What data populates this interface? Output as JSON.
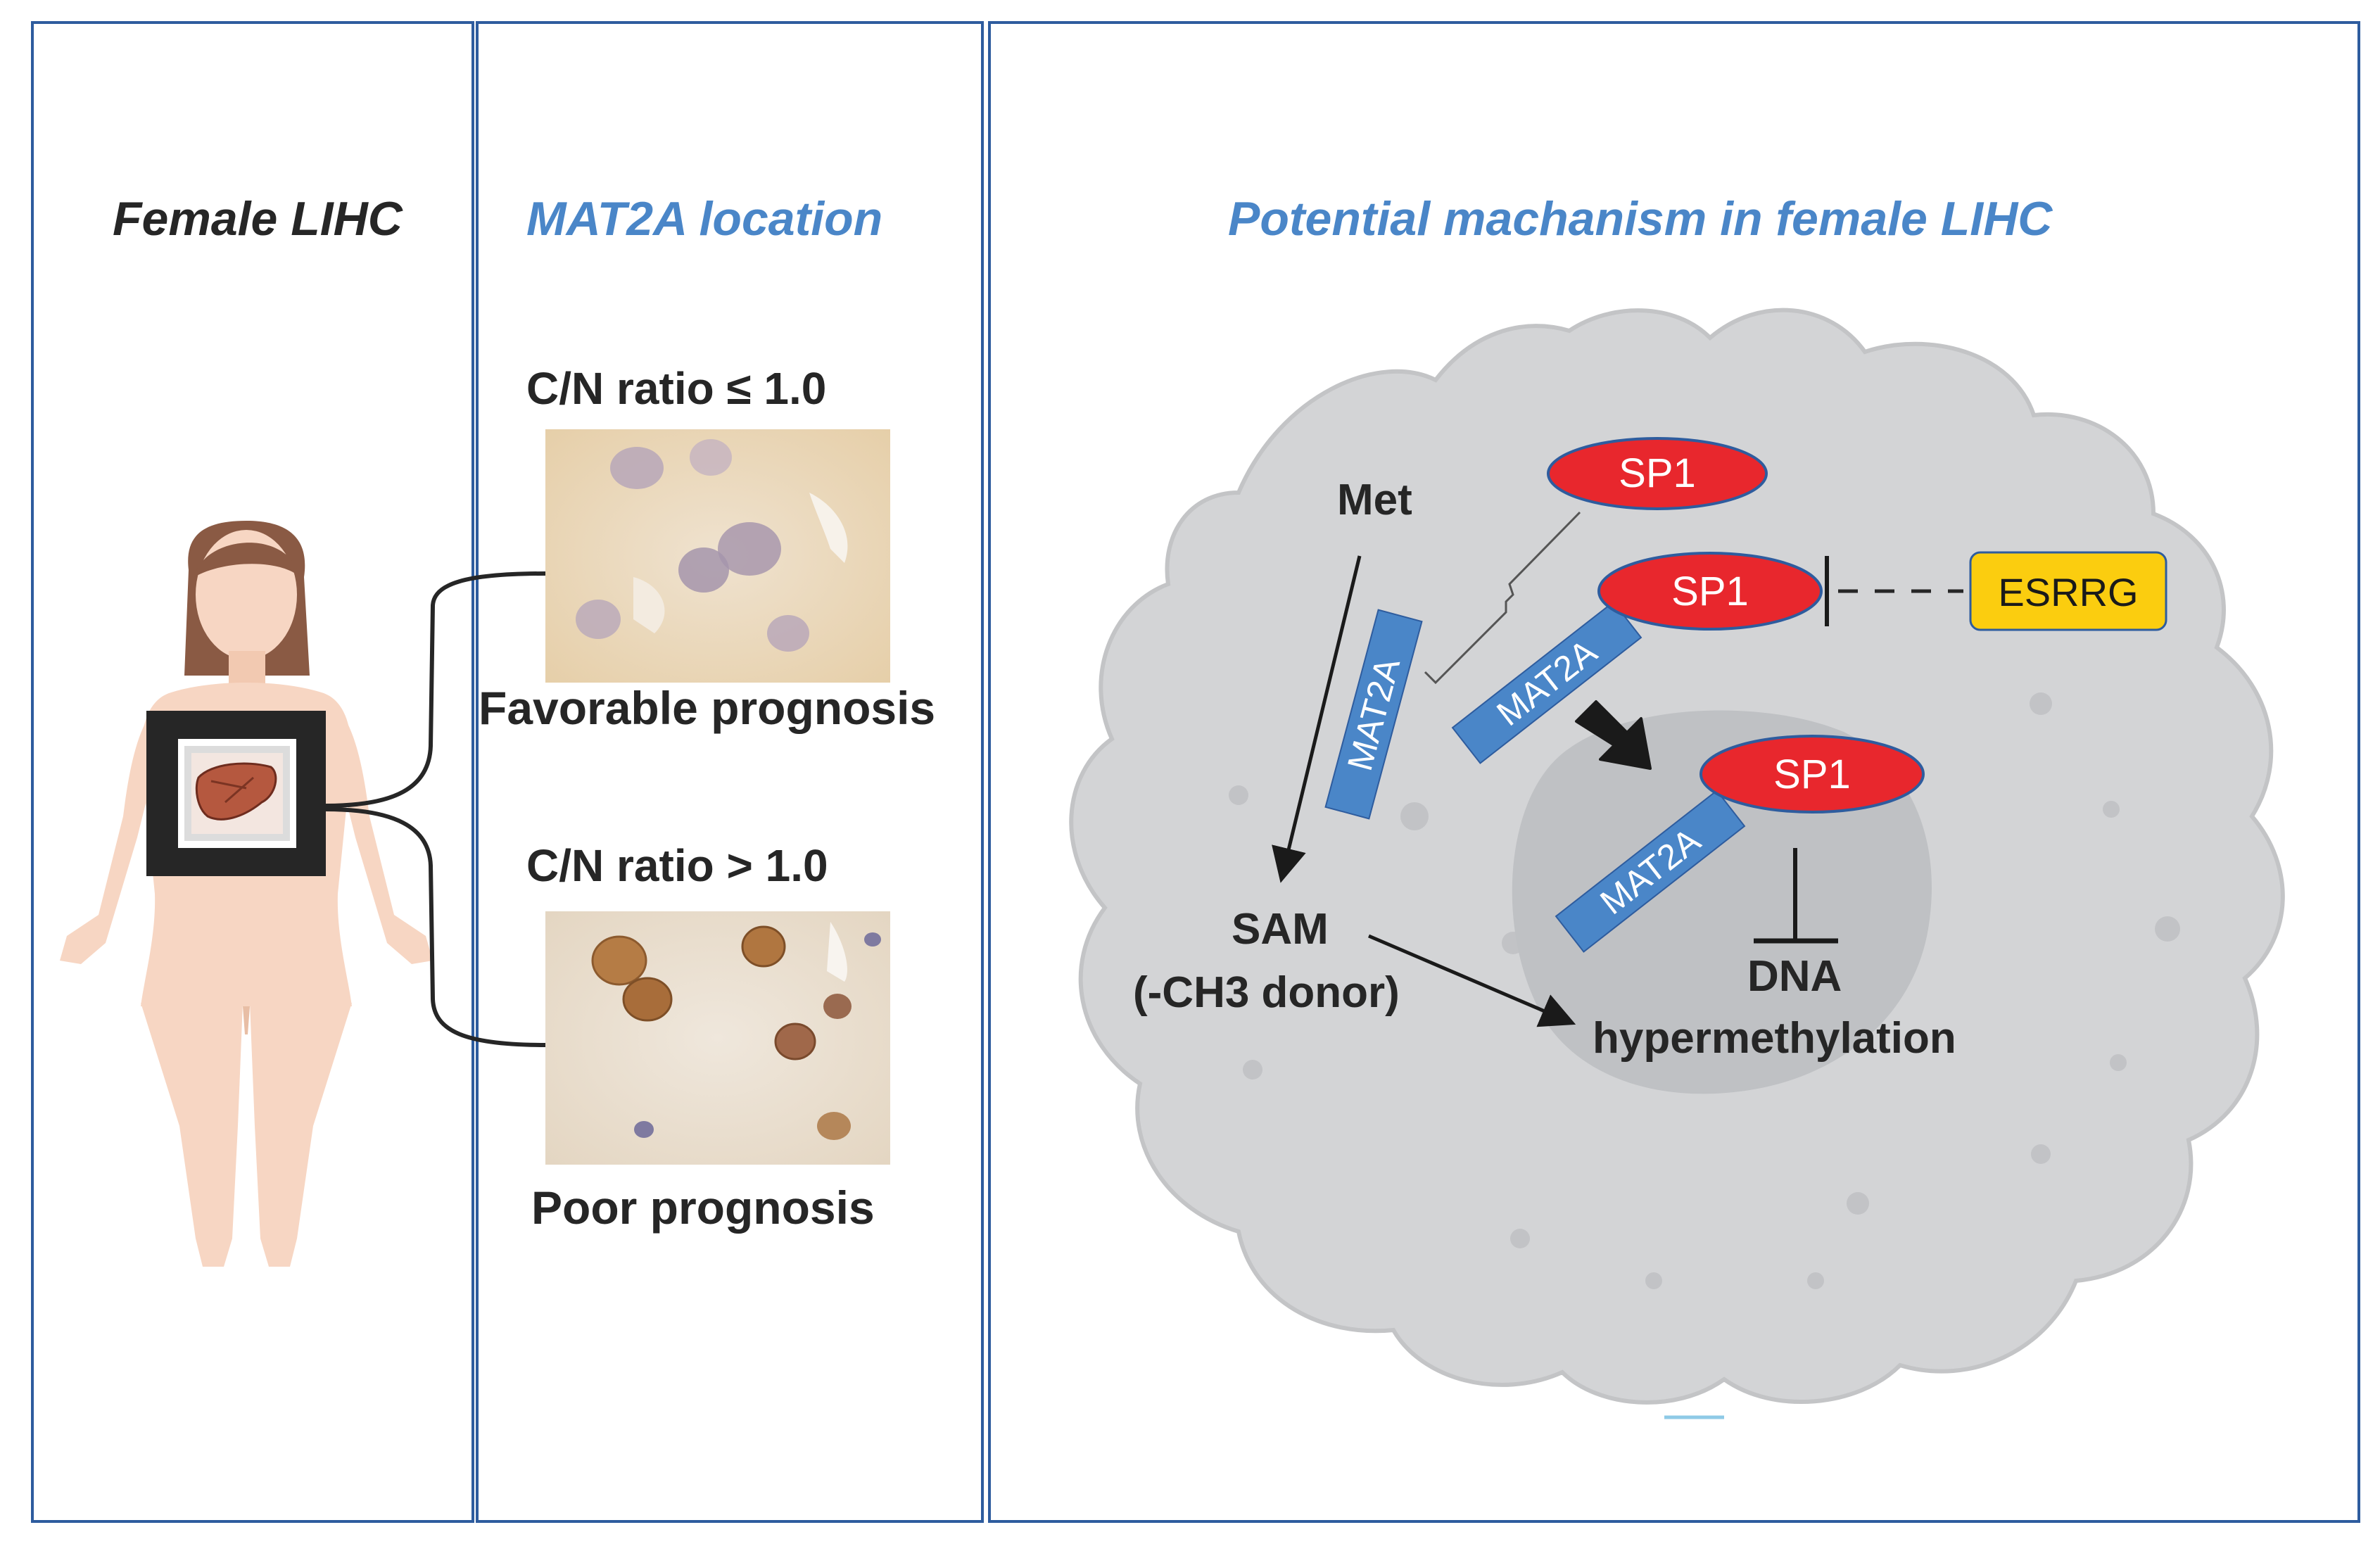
{
  "panels": {
    "left": {
      "title": "Female LIHC"
    },
    "middle": {
      "title": "MAT2A location",
      "top_ratio": "C/N ratio ≤ 1.0",
      "top_outcome": "Favorable prognosis",
      "bottom_ratio": "C/N ratio > 1.0",
      "bottom_outcome": "Poor prognosis"
    },
    "right": {
      "title": "Potential machanism in female LIHC",
      "met": "Met",
      "sam": "SAM",
      "sam_note": "(-CH3 donor)",
      "dna_line1": "DNA",
      "dna_line2": "hypermethylation",
      "sp1": "SP1",
      "mat2a": "MAT2A",
      "esrrg": "ESRRG"
    }
  },
  "colors": {
    "panel_border": "#2e5c9e",
    "title_blue": "#4a86c8",
    "title_dark": "#262626",
    "sp1_fill": "#e8272d",
    "mat2a_fill": "#4a86c8",
    "esrrg_fill": "#fbcd0f",
    "cell_fill": "#d3d4d6",
    "nucleus_fill": "#bfc1c4",
    "skin": "#f7d6c3",
    "hair": "#8a5a44"
  },
  "icons": [
    "female-body-icon",
    "liver-icon",
    "ihc-image-favorable",
    "ihc-image-poor",
    "down-arrow-icon",
    "inhibition-icon"
  ]
}
